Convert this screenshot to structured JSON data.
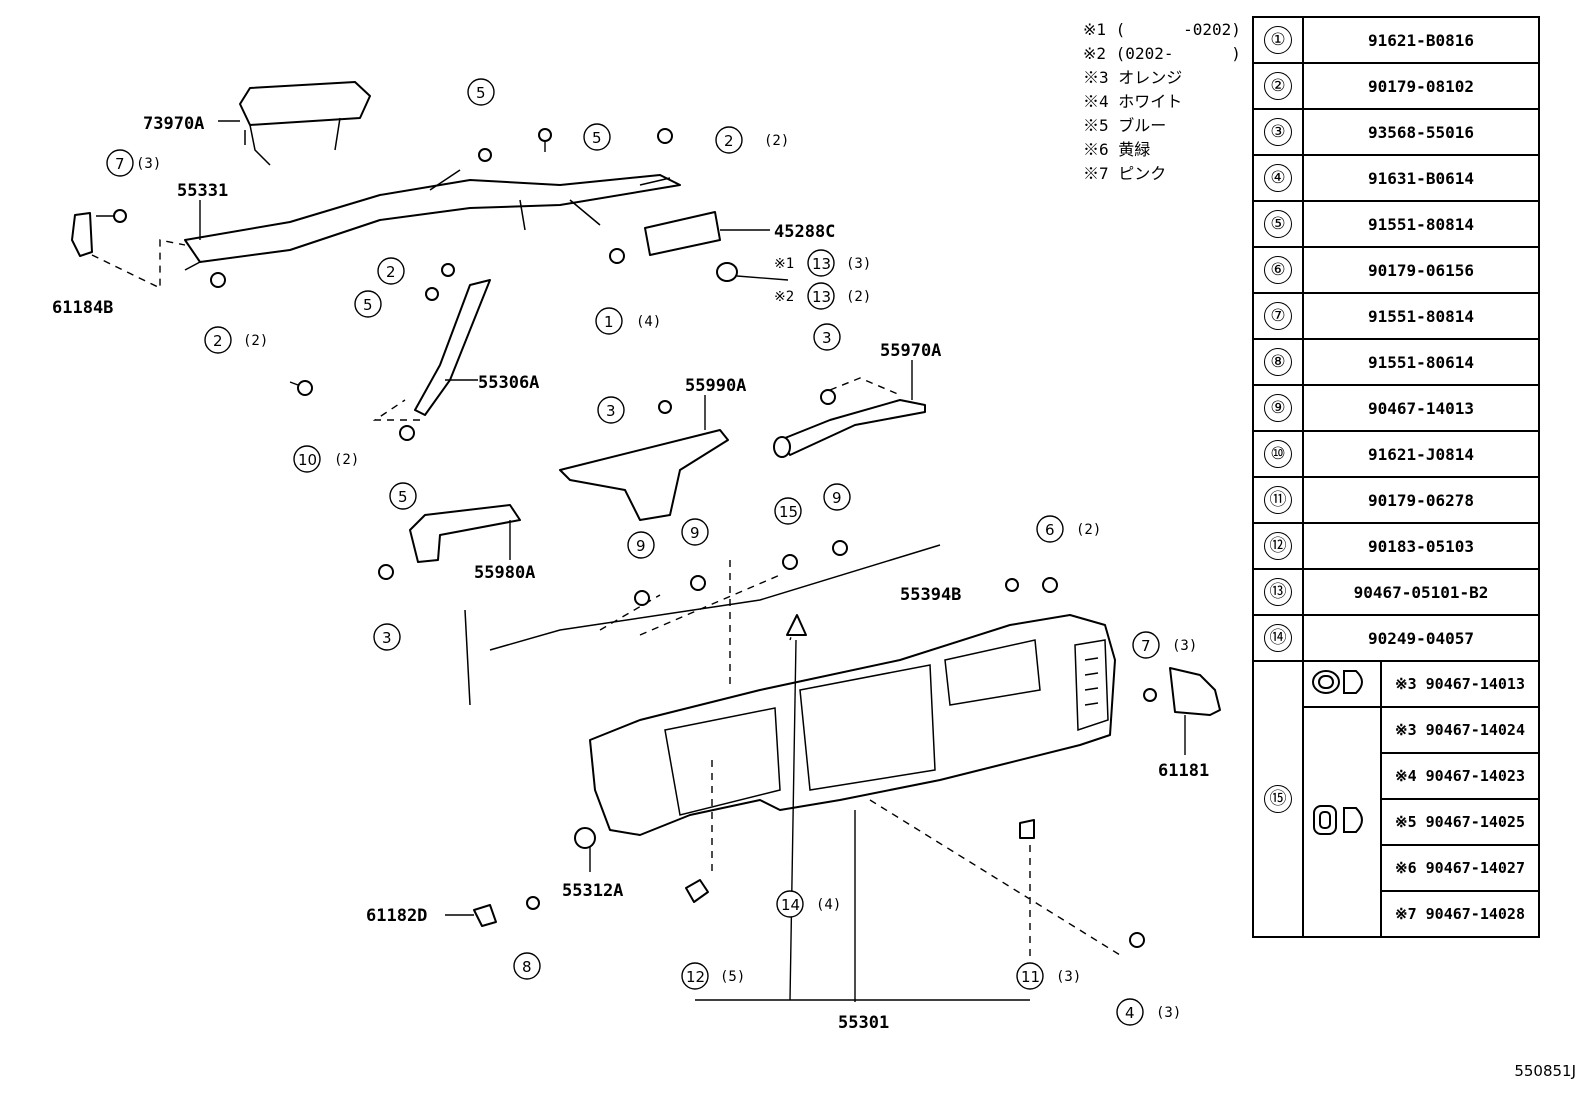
{
  "callout_labels": {
    "p73970A": "73970A",
    "p55331": "55331",
    "p61184B": "61184B",
    "p45288C": "45288C",
    "p55306A": "55306A",
    "p55970A": "55970A",
    "p55990A": "55990A",
    "p55980A": "55980A",
    "p55394B": "55394B",
    "p61181": "61181",
    "p55312A": "55312A",
    "p61182D": "61182D",
    "p55301": "55301"
  },
  "callout_qty": {
    "q7a": "(3)",
    "q2a": "(2)",
    "q2b": "(2)",
    "q10": "(2)",
    "q1": "(4)",
    "q13a": "(3)",
    "q13b": "(2)",
    "q6": "(2)",
    "q7b": "(3)",
    "q14": "(4)",
    "q12": "(5)",
    "q11": "(3)",
    "q4": "(3)"
  },
  "callout_marks": {
    "note1": "※1",
    "note2": "※2"
  },
  "notes": [
    "※1 (      -0202)",
    "※2 (0202-      )",
    "※3 オレンジ",
    "※4 ホワイト",
    "※5 ブルー",
    "※6 黄緑",
    "※7 ピンク"
  ],
  "parts_table": [
    {
      "no": "①",
      "part": "91621-B0816"
    },
    {
      "no": "②",
      "part": "90179-08102"
    },
    {
      "no": "③",
      "part": "93568-55016"
    },
    {
      "no": "④",
      "part": "91631-B0614"
    },
    {
      "no": "⑤",
      "part": "91551-80814"
    },
    {
      "no": "⑥",
      "part": "90179-06156"
    },
    {
      "no": "⑦",
      "part": "91551-80814"
    },
    {
      "no": "⑧",
      "part": "91551-80614"
    },
    {
      "no": "⑨",
      "part": "90467-14013"
    },
    {
      "no": "⑩",
      "part": "91621-J0814"
    },
    {
      "no": "⑪",
      "part": "90179-06278"
    },
    {
      "no": "⑫",
      "part": "90183-05103"
    },
    {
      "no": "⑬",
      "part": "90467-05101-B2"
    },
    {
      "no": "⑭",
      "part": "90249-04057"
    }
  ],
  "item15": {
    "no": "⑮",
    "variants": [
      "※3 90467-14013",
      "※3 90467-14024",
      "※4 90467-14023",
      "※5 90467-14025",
      "※6 90467-14027",
      "※7 90467-14028"
    ]
  },
  "reference_code": "550851J"
}
